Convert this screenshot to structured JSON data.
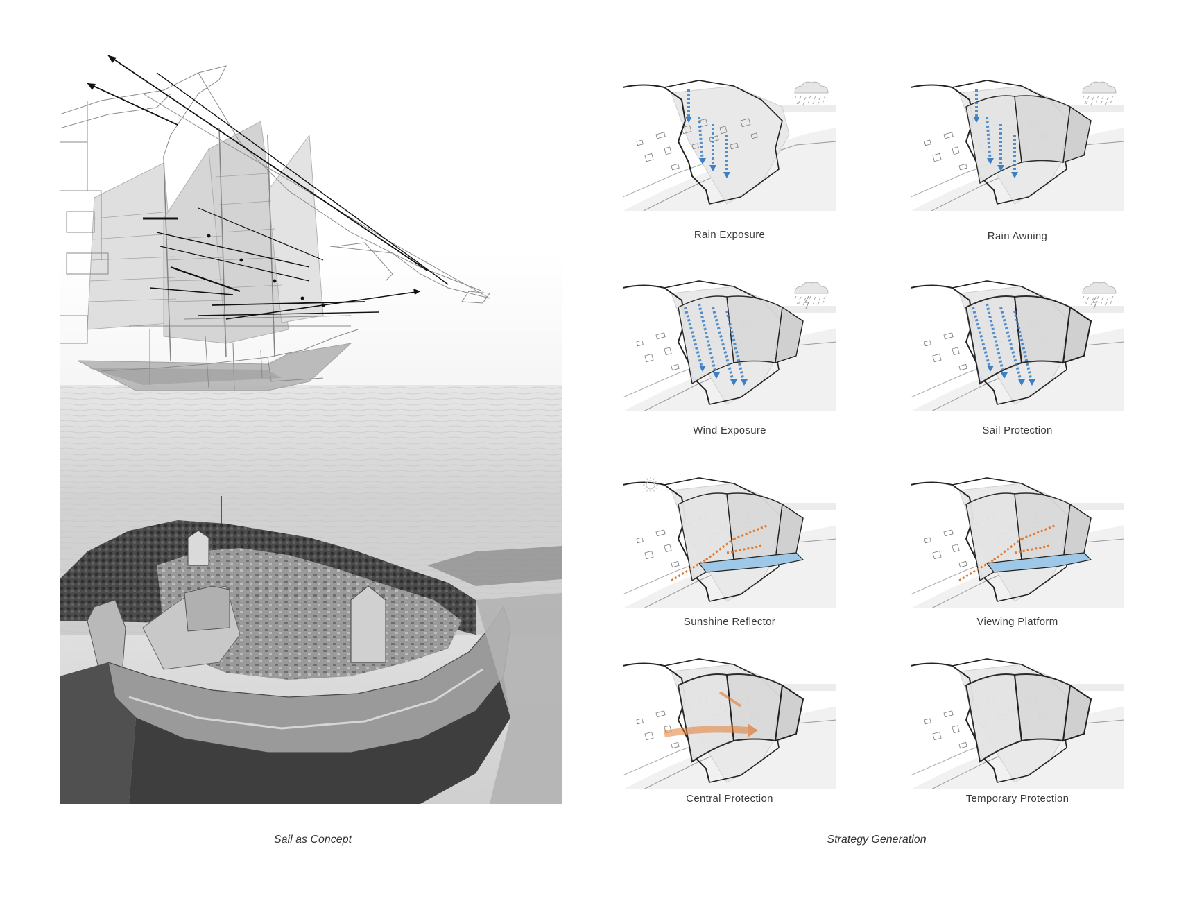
{
  "concept": {
    "caption": "Sail as Concept"
  },
  "strategy": {
    "caption": "Strategy Generation",
    "panels": [
      {
        "label": "Rain Exposure",
        "weather": "rain-cloud-icon",
        "arrows": "blue-down"
      },
      {
        "label": "Rain Awning",
        "weather": "rain-cloud-icon",
        "arrows": "blue-down"
      },
      {
        "label": "Wind Exposure",
        "weather": "storm-cloud-icon",
        "arrows": "blue-side"
      },
      {
        "label": "Sail Protection",
        "weather": "storm-cloud-icon",
        "arrows": "blue-side"
      },
      {
        "label": "Sunshine Reflector",
        "weather": "sun-icon",
        "arrows": "orange"
      },
      {
        "label": "Viewing Platform",
        "weather": "",
        "arrows": "orange"
      },
      {
        "label": "Central Protection",
        "weather": "",
        "arrows": "orange-wide"
      },
      {
        "label": "Temporary Protection",
        "weather": "",
        "arrows": "none"
      }
    ]
  },
  "colors": {
    "rain_arrow": "#3b7fc4",
    "sun_arrow": "#e07b32",
    "line": "#222222",
    "platform": "#9ec8e6"
  }
}
